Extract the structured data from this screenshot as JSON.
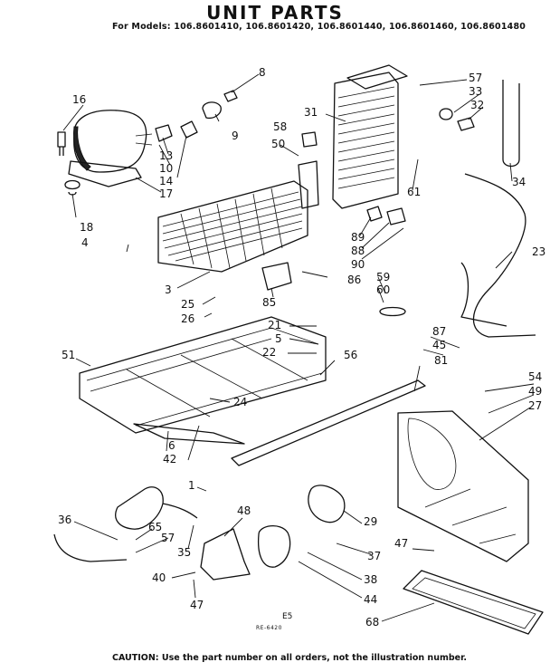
{
  "title": "UNIT PARTS",
  "models_line": "For Models: 106.8601410, 106.8601420, 106.8601440, 106.8601460, 106.8601480",
  "caution": "CAUTION: Use the part number on all orders, not the illustration number.",
  "ref_code": "E5",
  "drawing_code": "RE-6420",
  "callouts": [
    "16",
    "8",
    "57",
    "31",
    "33",
    "58",
    "32",
    "9",
    "13",
    "10",
    "50",
    "14",
    "17",
    "61",
    "34",
    "18",
    "89",
    "4",
    "88",
    "90",
    "23",
    "86",
    "59",
    "60",
    "3",
    "85",
    "25",
    "26",
    "21",
    "87",
    "5",
    "45",
    "22",
    "81",
    "56",
    "51",
    "24",
    "54",
    "49",
    "27",
    "6",
    "42",
    "1",
    "48",
    "36",
    "65",
    "57",
    "35",
    "29",
    "47",
    "37",
    "40",
    "38",
    "47",
    "44",
    "68"
  ]
}
